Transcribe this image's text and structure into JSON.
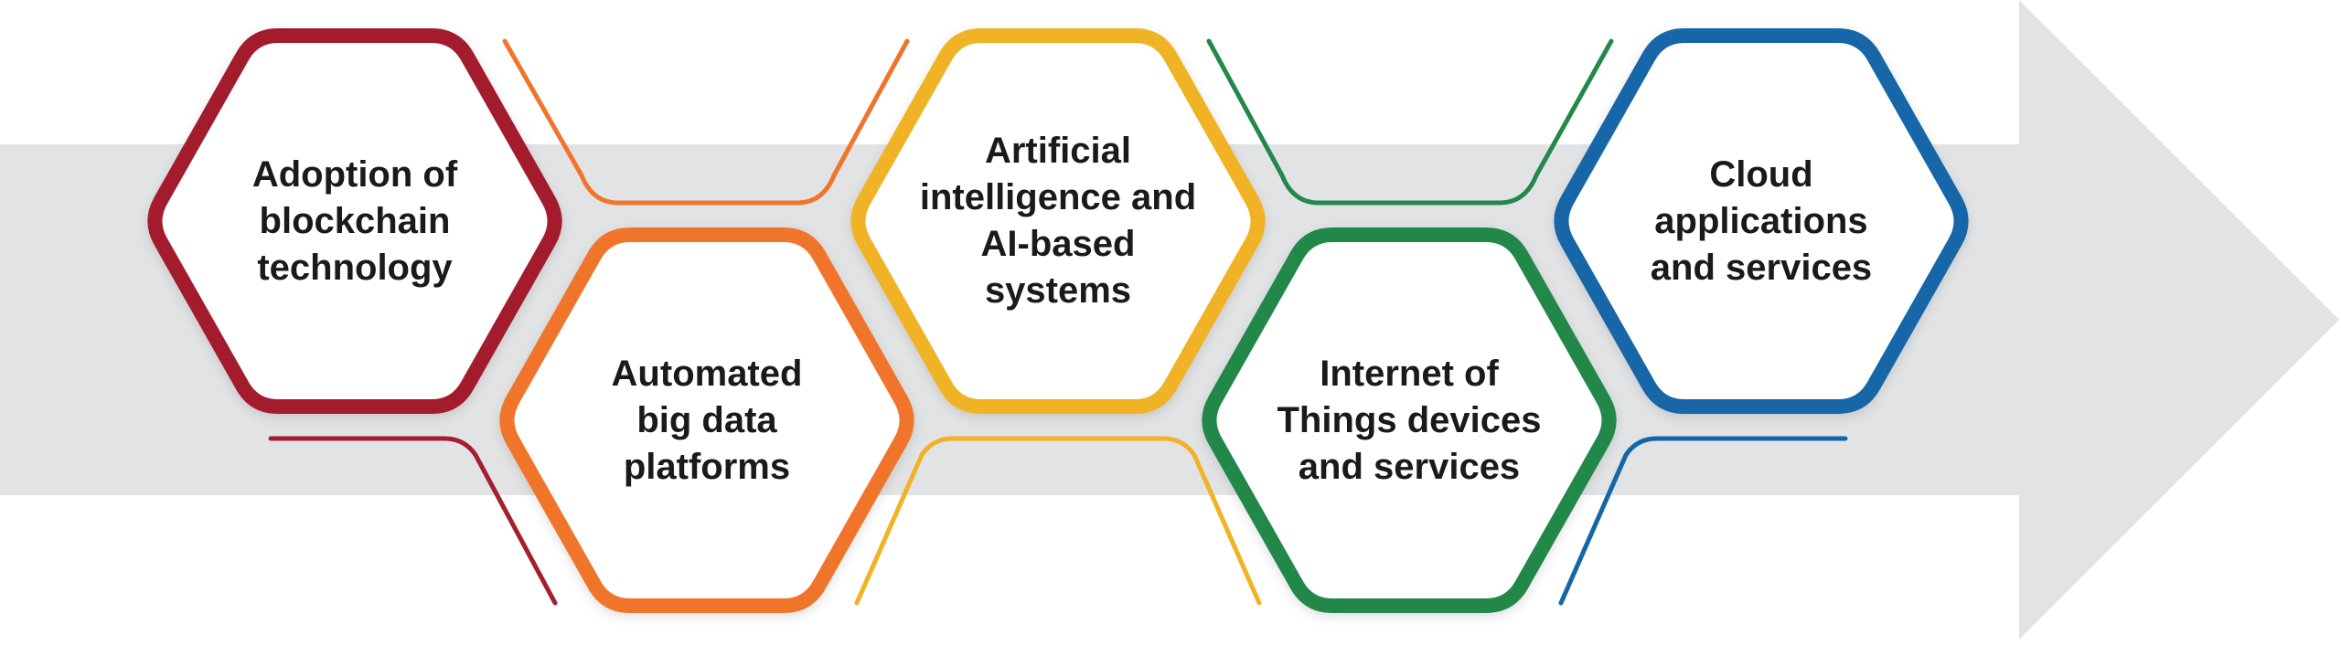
{
  "colors": {
    "arrow": "#e1e3e4",
    "hex_fill": "#ffffff",
    "blockchain": "#a31f2e",
    "big_data": "#f0752a",
    "ai": "#f0b326",
    "iot": "#23884a",
    "cloud": "#1566a8"
  },
  "stages": [
    {
      "id": "blockchain",
      "lines": [
        "Adoption of",
        "blockchain",
        "technology"
      ],
      "color": "#a31f2e"
    },
    {
      "id": "big-data",
      "lines": [
        "Automated",
        "big data",
        "platforms"
      ],
      "color": "#f0752a"
    },
    {
      "id": "ai",
      "lines": [
        "Artificial",
        "intelligence and",
        "AI-based",
        "systems"
      ],
      "color": "#f0b326"
    },
    {
      "id": "iot",
      "lines": [
        "Internet of",
        "Things devices",
        "and services"
      ],
      "color": "#23884a"
    },
    {
      "id": "cloud",
      "lines": [
        "Cloud",
        "applications",
        "and services"
      ],
      "color": "#1566a8"
    }
  ]
}
